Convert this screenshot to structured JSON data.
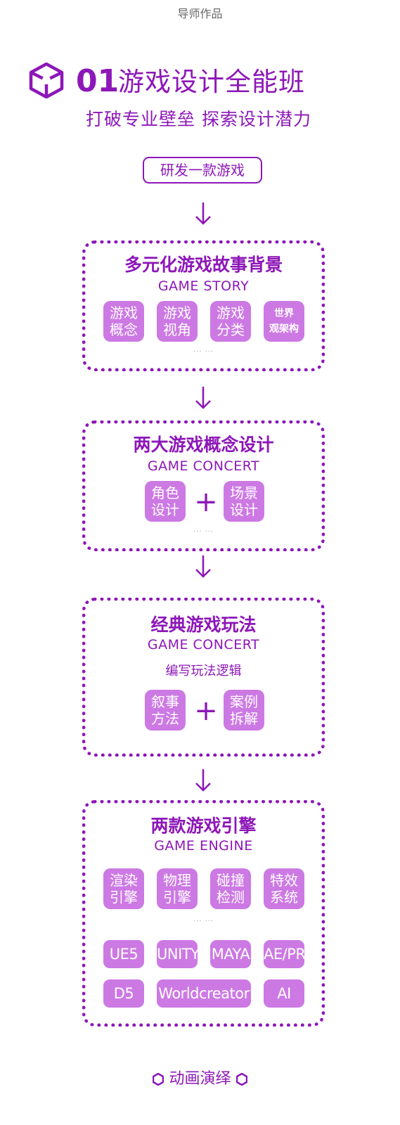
{
  "top_label": "导师作品",
  "header": {
    "number": "01",
    "title": "游戏设计全能班",
    "subtitle": "打破专业壁垒  探索设计潜力"
  },
  "start_pill": "研发一款游戏",
  "sections": [
    {
      "title": "多元化游戏故事背景",
      "subtitle": "GAME STORY",
      "tiles": [
        "游戏\n概念",
        "游戏\n视角",
        "游戏\n分类",
        "世界\n观架构"
      ],
      "more": "··· ···"
    },
    {
      "title": "两大游戏概念设计",
      "subtitle": "GAME CONCERT",
      "tiles": [
        "角色\n设计",
        "场景\n设计"
      ],
      "plus": "+",
      "more": "··· ···"
    },
    {
      "title": "经典游戏玩法",
      "subtitle": "GAME CONCERT",
      "note": "编写玩法逻辑",
      "tiles": [
        "叙事\n方法",
        "案例\n拆解"
      ],
      "plus": "+"
    },
    {
      "title": "两款游戏引擎",
      "subtitle": "GAME ENGINE",
      "tiles": [
        "渲染\n引擎",
        "物理\n引擎",
        "碰撞\n检测",
        "特效\n系统"
      ],
      "more": "··· ···",
      "tags_row1": [
        "UE5",
        "UNITY",
        "MAYA",
        "AE/PR"
      ],
      "tags_row2": [
        "D5",
        "Worldcreator",
        "AI"
      ]
    }
  ],
  "footer": "动画演绎",
  "colors": {
    "primary": "#8d17b8",
    "tile": "#cc79e4"
  },
  "icons": [
    "unity-logo-icon",
    "arrow-down-icon",
    "hexagon-icon"
  ]
}
